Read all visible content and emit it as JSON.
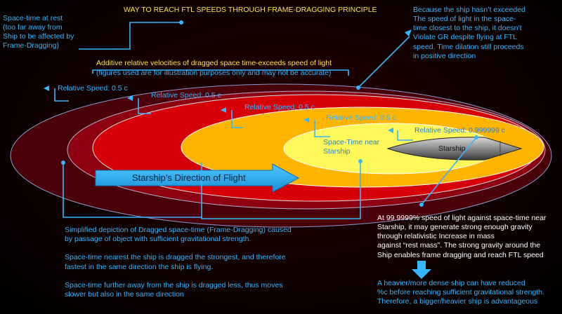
{
  "title": "WAY TO REACH FTL SPEEDS THROUGH FRAME-DRAGGING PRINCIPLE",
  "rest_note": "Space-time at rest\n(too far away from\nShip to be affected by\nFrame-Dragging)",
  "gr_note": "Because the ship hasn’t exceeded\nThe speed of light in the space-\ntime closest to the ship, it doesn’t\nViolate GR despite flying at FTL\nspeed.  Time dilation still proceeds\nin positive direction",
  "additive_heading": "Additive relative velocities of dragged space time-exceeds speed of light",
  "additive_note": "(figures used are for illustration purposes only and may not be accurate)",
  "relative_speeds": [
    "Relative Speed: 0.5 c",
    "Relative Speed: 0.5 c",
    "Relative Speed: 0.5 c",
    "Relative Speed: 0.5 c",
    "Relative Speed: 0.999999 c"
  ],
  "near_label": "Space-Time near\nStarship",
  "ship_label": "Starship",
  "direction_label": "Starship’s Direction of Flight",
  "depiction_text": "Simplified depiction of Dragged space-time (Frame-Dragging) caused\nby passage of object with sufficient gravitational strength.\n\nSpace-time nearest the ship is dragged the strongest, and therefore\nfastest in the same direction the ship is flying.\n\nSpace-time further away from the ship is dragged less, thus moves\nslower but also in the same direction",
  "gravity_text": "At 99.9999% speed of light against space-time near\nStarship, it may generate strong enough gravity\nthrough relativistic Increase in mass\nagainst “rest mass”. The strong gravity around the\nShip enables frame dragging and reach FTL speed",
  "heavier_text": "A heavier/more dense ship can have reduced\n%c before reaching sufficient gravitational strength.\nTherefore, a bigger/heavier ship is advantageous",
  "colors": {
    "outer_ring": "#4a0008",
    "ring_2": "#8e0010",
    "ring_3": "#d80008",
    "ring_4": "#ffb400",
    "inner": "#fff85a",
    "accent": "#35b6ff",
    "title": "#ffe14a"
  }
}
